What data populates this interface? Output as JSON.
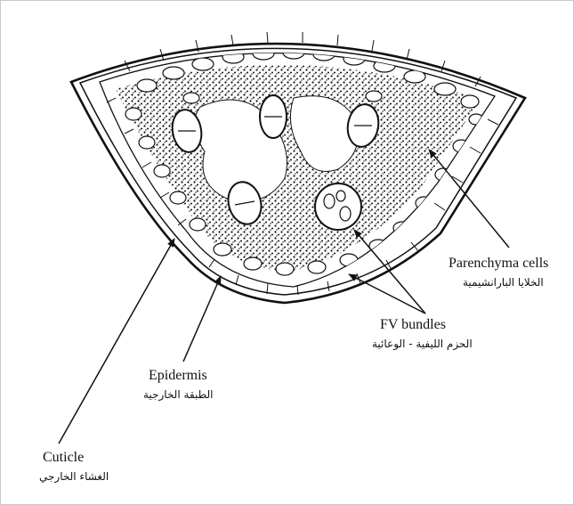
{
  "labels": {
    "parenchyma": {
      "en": "Parenchyma cells",
      "ar": "الخلايا البارانشيمية"
    },
    "fv_bundles": {
      "en": "FV  bundles",
      "ar": "الحزم الليفية - الوعائية"
    },
    "epidermis": {
      "en": "Epidermis",
      "ar": "الطبقة الخارجية"
    },
    "cuticle": {
      "en": "Cuticle",
      "ar": "الغشاء الخارجي"
    }
  },
  "colors": {
    "ink": "#111111",
    "frame": "#c8c8c8"
  }
}
